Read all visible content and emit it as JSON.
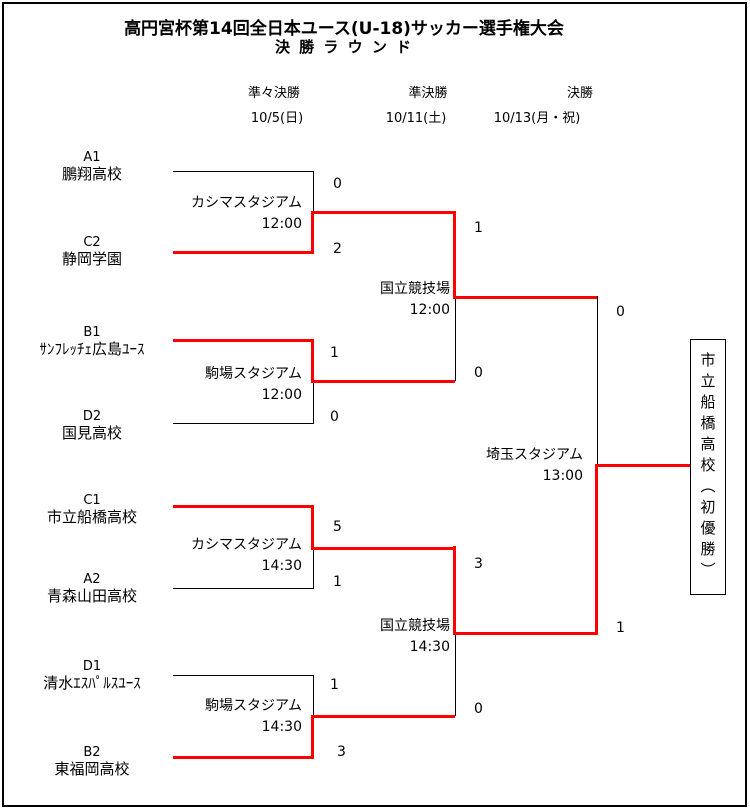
{
  "title": "高円宮杯第14回全日本ユース(U-18)サッカー選手権大会",
  "subtitle": "決 勝 ラ ウ ン ド",
  "rounds": [
    {
      "name": "準々決勝",
      "date": "10/5(日)"
    },
    {
      "name": "準決勝",
      "date": "10/11(土)"
    },
    {
      "name": "決勝",
      "date": "10/13(月・祝)"
    }
  ],
  "quarterfinals": [
    {
      "venue": "カシマスタジアム",
      "time": "12:00",
      "winner": "bottom",
      "top": {
        "seed": "A1",
        "team": "鵬翔高校",
        "score": "0"
      },
      "bottom": {
        "seed": "C2",
        "team": "静岡学園",
        "score": "2"
      }
    },
    {
      "venue": "駒場スタジアム",
      "time": "12:00",
      "winner": "top",
      "top": {
        "seed": "B1",
        "team": "ｻﾝﾌﾚｯﾁｪ広島ﾕｰｽ",
        "score": "1"
      },
      "bottom": {
        "seed": "D2",
        "team": "国見高校",
        "score": "0"
      }
    },
    {
      "venue": "カシマスタジアム",
      "time": "14:30",
      "winner": "top",
      "top": {
        "seed": "C1",
        "team": "市立船橋高校",
        "score": "5"
      },
      "bottom": {
        "seed": "A2",
        "team": "青森山田高校",
        "score": "1"
      }
    },
    {
      "venue": "駒場スタジアム",
      "time": "14:30",
      "winner": "bottom",
      "top": {
        "seed": "D1",
        "team": "清水ｴｽﾊﾟﾙｽﾕｰｽ",
        "score": "1"
      },
      "bottom": {
        "seed": "B2",
        "team": "東福岡高校",
        "score": "3"
      }
    }
  ],
  "semifinals": [
    {
      "venue": "国立競技場",
      "time": "12:00",
      "top_score": "1",
      "bottom_score": "0",
      "winner": "top"
    },
    {
      "venue": "国立競技場",
      "time": "14:30",
      "top_score": "3",
      "bottom_score": "0",
      "winner": "top"
    }
  ],
  "final": {
    "venue": "埼玉スタジアム",
    "time": "13:00",
    "top_score": "0",
    "bottom_score": "1",
    "winner": "bottom"
  },
  "champion": "市立船橋高校（初優勝）",
  "colors": {
    "winner_path": "#ff0000",
    "line": "#000000"
  }
}
